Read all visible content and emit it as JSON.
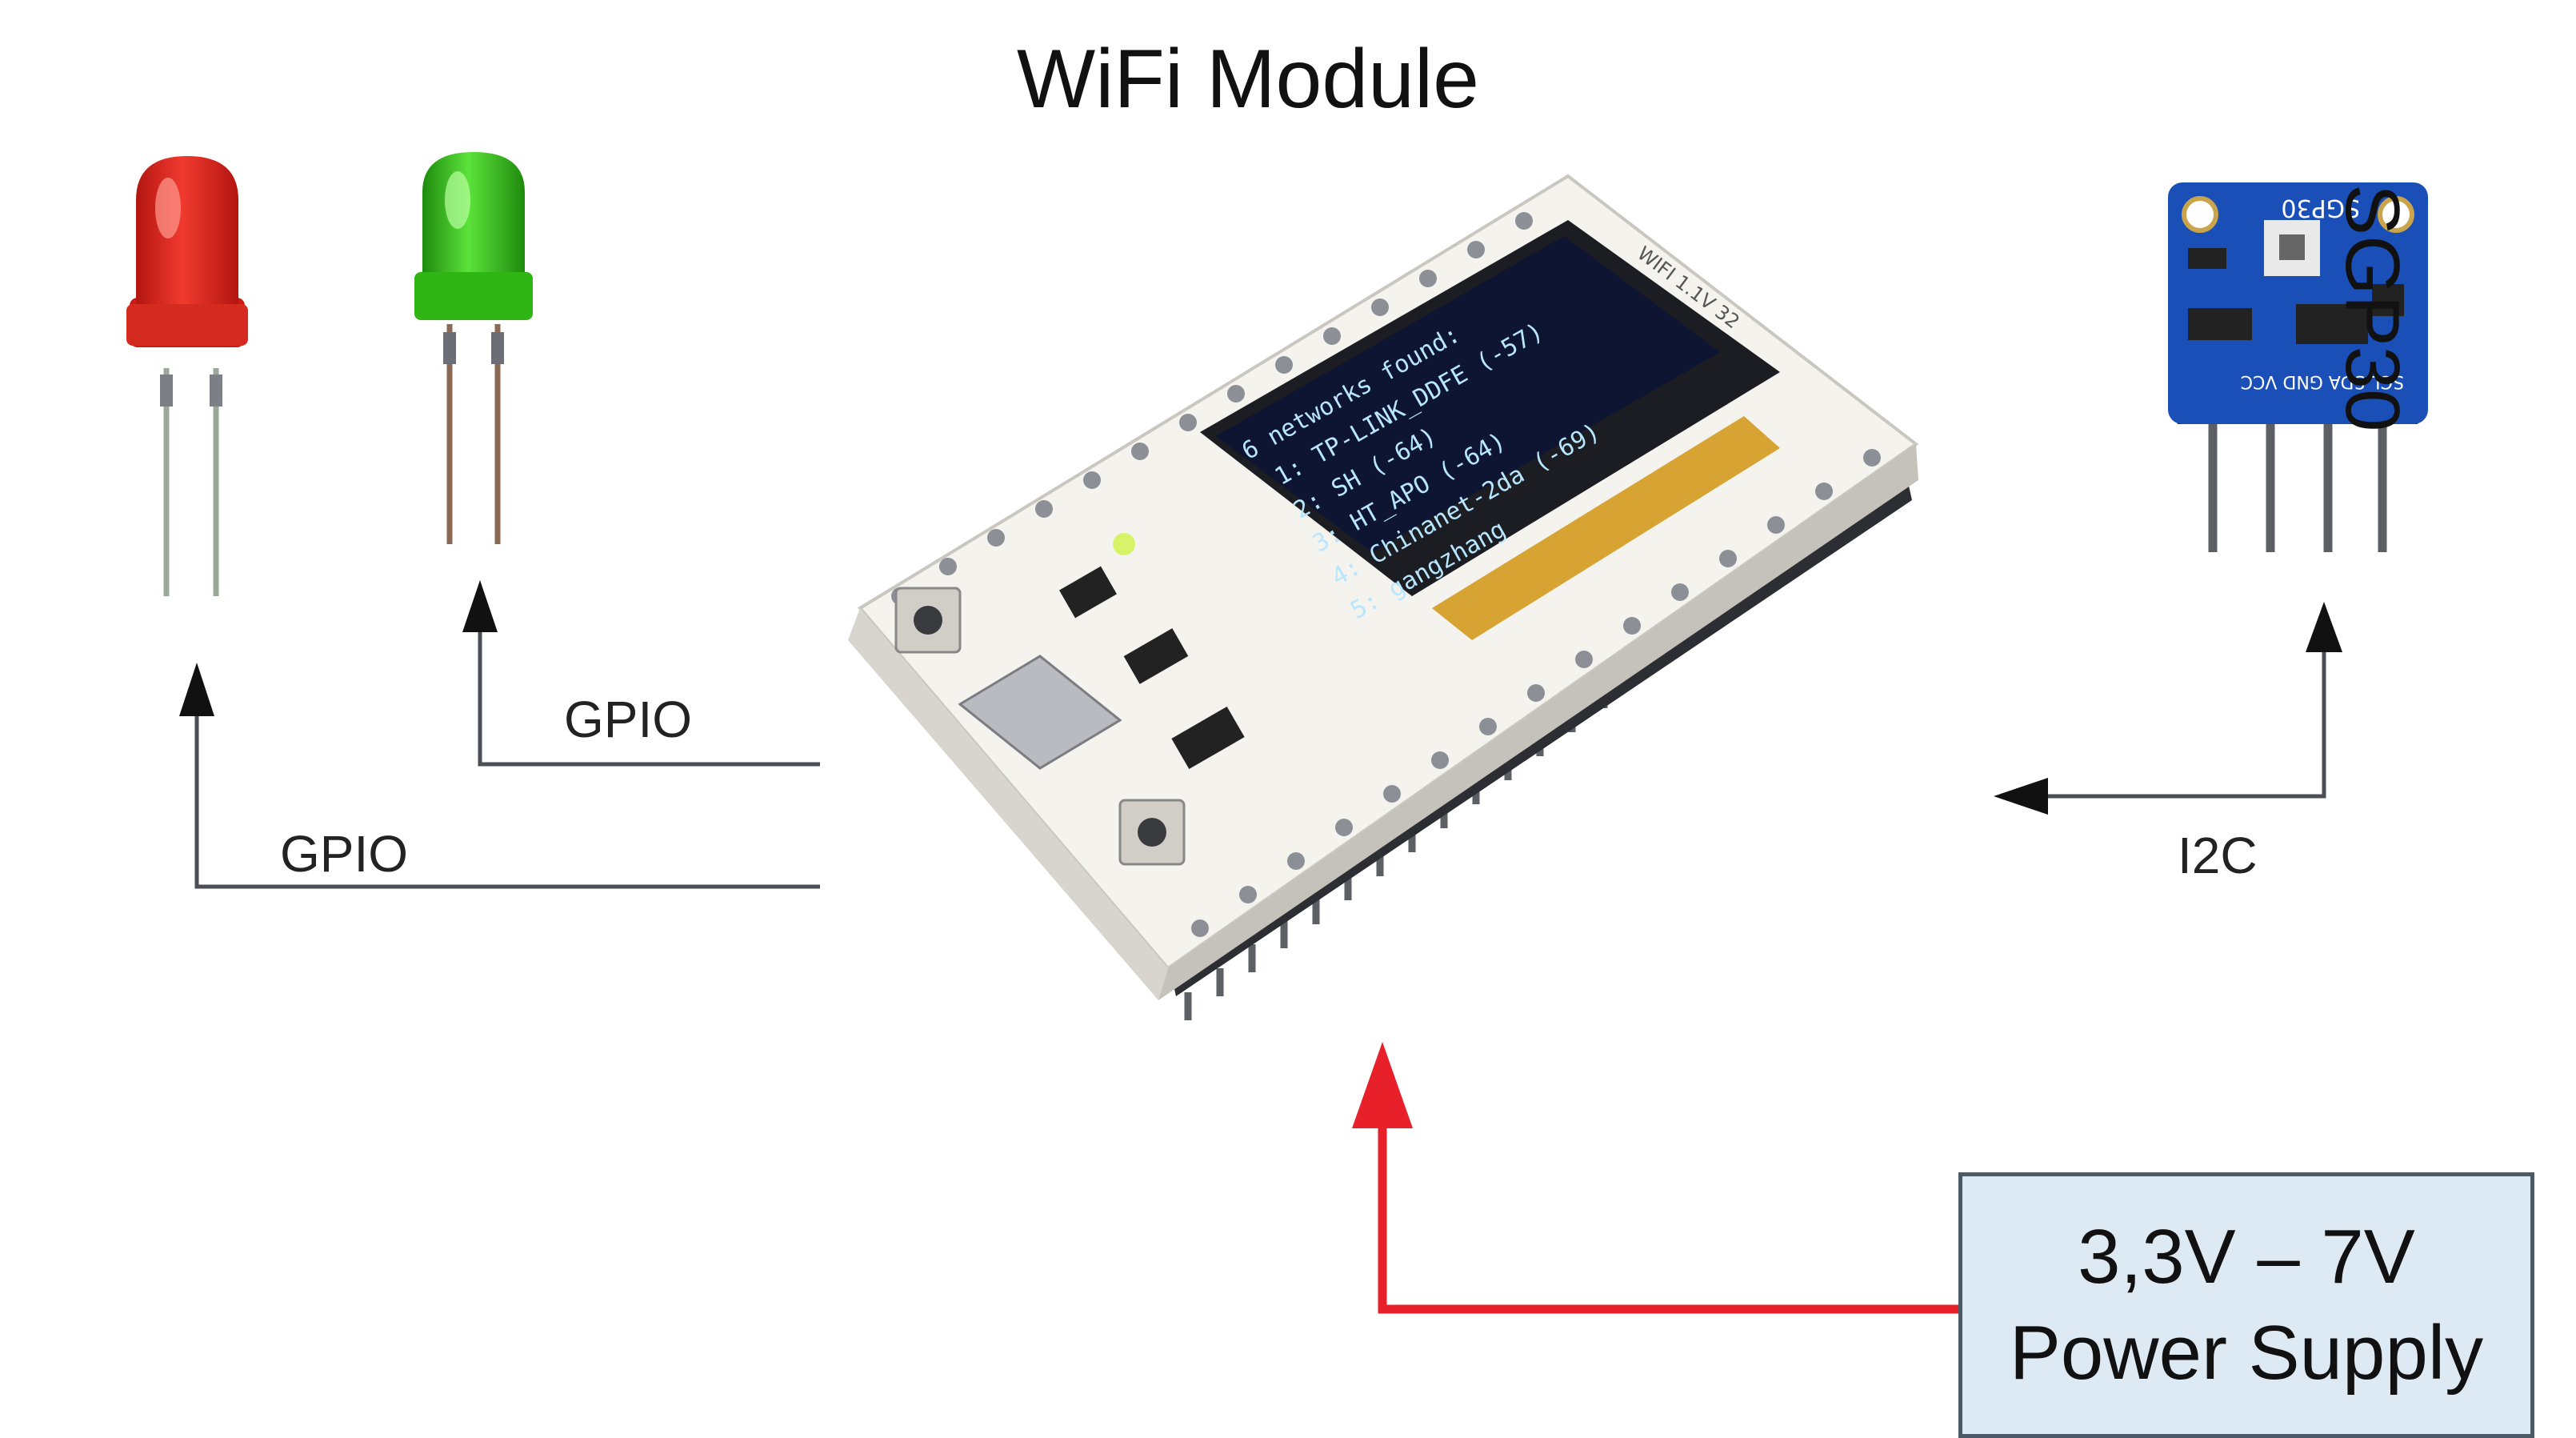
{
  "title": "WiFi Module",
  "leds": [
    {
      "color": "#e8231f",
      "shade": "#b31510"
    },
    {
      "color": "#39d11a",
      "shade": "#1f8a0e"
    }
  ],
  "labels": {
    "gpio_green": "GPIO",
    "gpio_red": "GPIO",
    "i2c": "I2C"
  },
  "sensor": {
    "name": "SGP30",
    "board_label": "SGP30",
    "pin_labels": "SCL SDA GND VCC",
    "board_color": "#1a4fb8"
  },
  "oled": {
    "lines": [
      "6 networks found:",
      "1: TP-LINK_DDFE (-57)",
      "2: SH (-64)",
      "3: HT_APO (-64)",
      "4: Chinanet-2da (-69)",
      "5: gangzhang"
    ],
    "silk": "WIFI 1.1V 32"
  },
  "power_supply": {
    "line1": "3,3V – 7V",
    "line2": "Power Supply"
  },
  "colors": {
    "power_arrow": "#e8202a",
    "signal_line": "#4a4f55",
    "arrowhead": "#111111"
  }
}
